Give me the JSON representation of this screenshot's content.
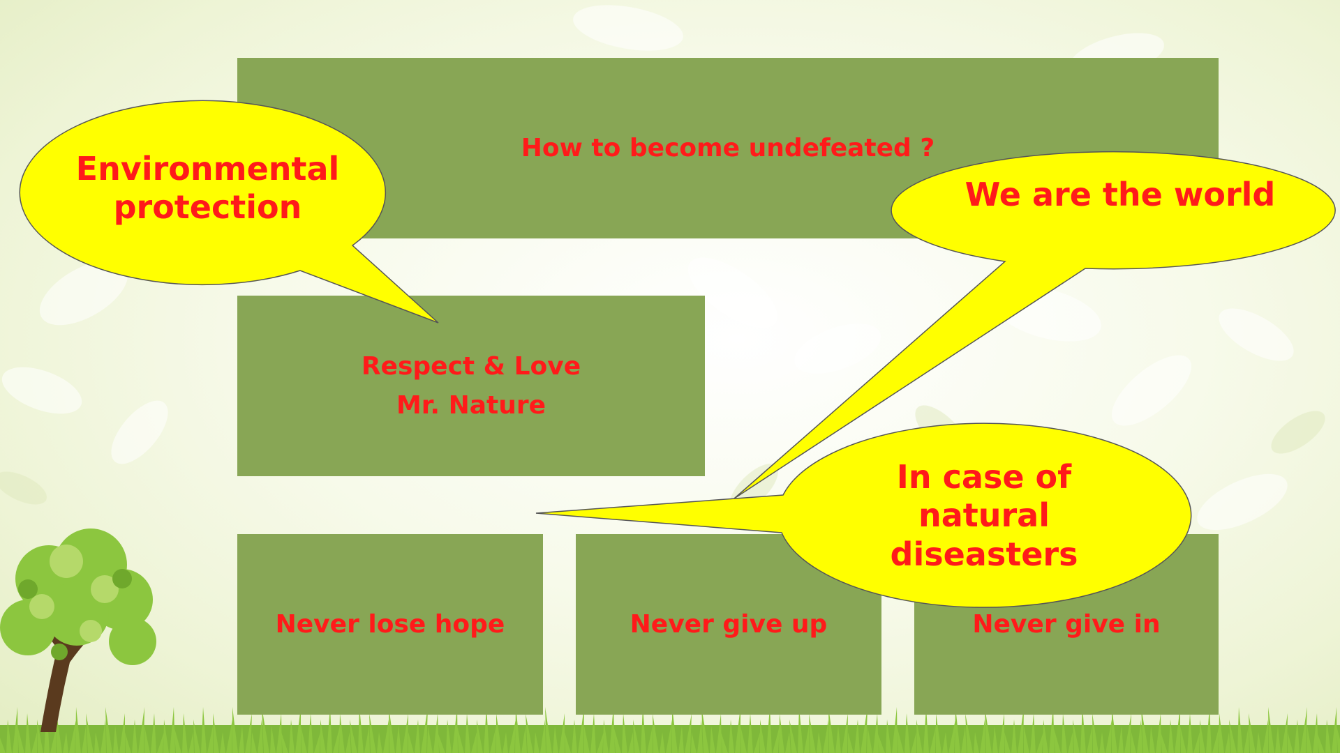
{
  "slide": {
    "title_box": "How to become undefeated ?",
    "middle_box": "Respect & Love\nMr. Nature",
    "bottom_boxes": [
      {
        "label": "Never lose hope"
      },
      {
        "label": "Never give up"
      },
      {
        "label": "Never give in"
      }
    ],
    "callouts": {
      "environmental": "Environmental\nprotection",
      "world": "We are the world",
      "disasters": "In case of\nnatural\ndiseasters"
    }
  },
  "colors": {
    "box_fill": "#88a655",
    "text": "#ff1a1a",
    "callout_fill": "#ffff00",
    "callout_stroke": "#555555"
  },
  "icons": [
    "tree-icon",
    "grass-icon"
  ]
}
